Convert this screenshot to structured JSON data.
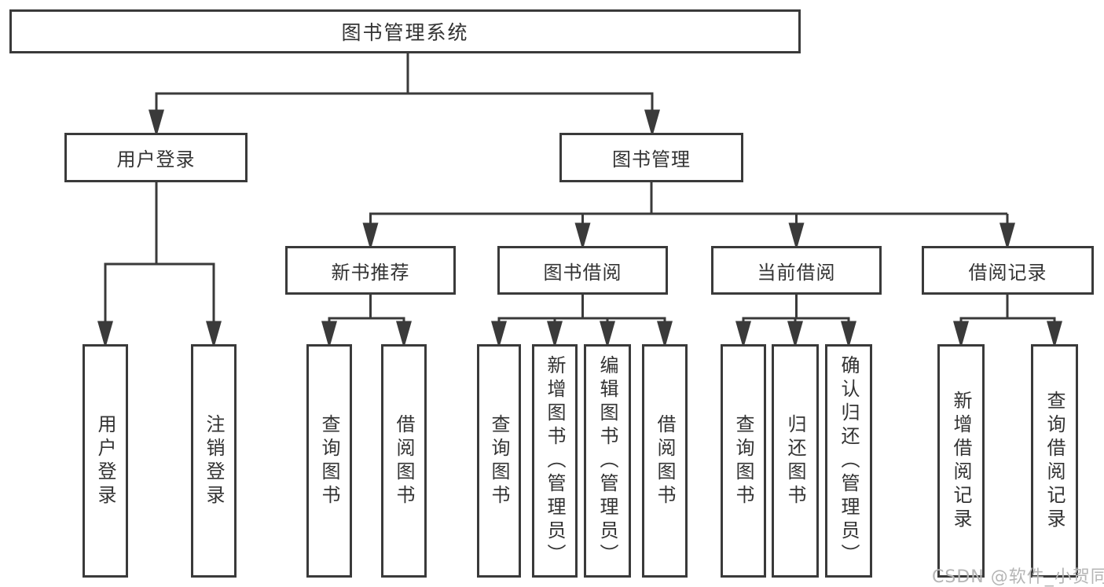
{
  "diagram_title": "图书管理系统",
  "colors": {
    "line": "#3a3a3a",
    "box_border": "#3a3a3a",
    "text": "#333333",
    "background": "#ffffff",
    "watermark": "#b5b5b5"
  },
  "nodes": {
    "root": {
      "label": "图书管理系统"
    },
    "userLogin": {
      "label": "用户登录"
    },
    "bookMgmt": {
      "label": "图书管理"
    },
    "newBookRec": {
      "label": "新书推荐"
    },
    "bookBorrow": {
      "label": "图书借阅"
    },
    "currentBorrow": {
      "label": "当前借阅"
    },
    "borrowRecords": {
      "label": "借阅记录"
    },
    "leafUserLogin": {
      "label": "用户登录"
    },
    "leafLogout": {
      "label": "注销登录"
    },
    "recQueryBook": {
      "label": "查询图书"
    },
    "recBorrowBook": {
      "label": "借阅图书"
    },
    "bbQueryBook": {
      "label": "查询图书"
    },
    "bbAddBook": {
      "label": "新增图书（管理员）"
    },
    "bbEditBook": {
      "label": "编辑图书（管理员）"
    },
    "bbBorrowBook": {
      "label": "借阅图书"
    },
    "cbQueryBook": {
      "label": "查询图书"
    },
    "cbReturnBook": {
      "label": "归还图书"
    },
    "cbConfirmReturn": {
      "label": "确认归还（管理员）"
    },
    "brAddRecord": {
      "label": "新增借阅记录"
    },
    "brQueryRecord": {
      "label": "查询借阅记录"
    }
  },
  "hierarchy": {
    "图书管理系统": {
      "用户登录": [
        "用户登录",
        "注销登录"
      ],
      "图书管理": {
        "新书推荐": [
          "查询图书",
          "借阅图书"
        ],
        "图书借阅": [
          "查询图书",
          "新增图书（管理员）",
          "编辑图书（管理员）",
          "借阅图书"
        ],
        "当前借阅": [
          "查询图书",
          "归还图书",
          "确认归还（管理员）"
        ],
        "借阅记录": [
          "新增借阅记录",
          "查询借阅记录"
        ]
      }
    }
  },
  "watermark": {
    "text": "CSDN @软件_小贺同学"
  }
}
